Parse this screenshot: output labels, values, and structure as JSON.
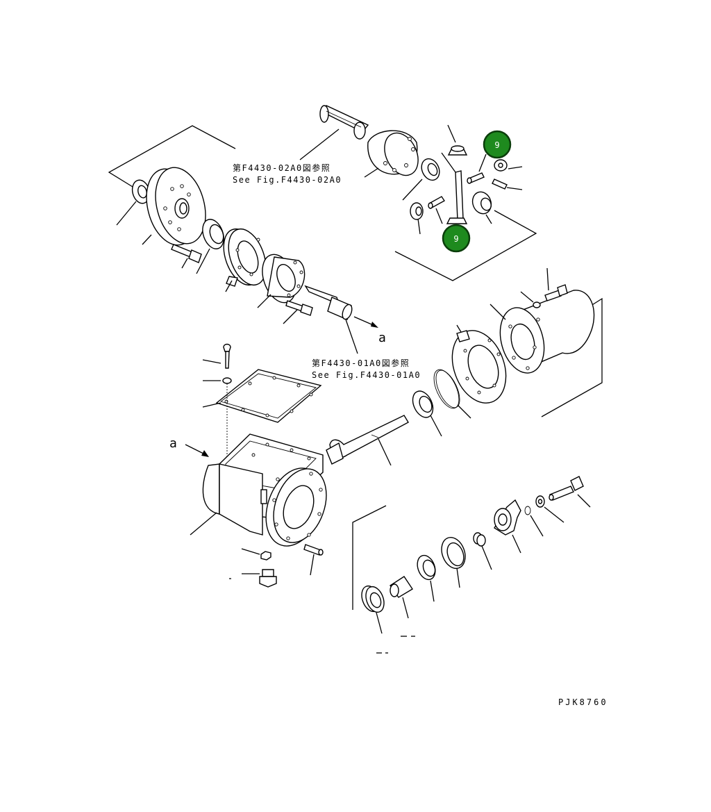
{
  "references": {
    "top": {
      "jp": "第F4430-02A0図参照",
      "en": "See Fig.F4430-02A0"
    },
    "middle": {
      "jp": "第F4430-01A0図参照",
      "en": "See Fig.F4430-01A0"
    }
  },
  "arrow_labels": {
    "a_right": "a",
    "a_left": "a"
  },
  "callouts": [
    {
      "label": "9",
      "color": "#1e8a1e"
    },
    {
      "label": "9",
      "color": "#1e8a1e"
    }
  ],
  "drawing_number": "PJK8760",
  "colors": {
    "line": "#000000",
    "callout_fill": "#1e8a1e",
    "callout_ring": "#0b3d0b"
  }
}
